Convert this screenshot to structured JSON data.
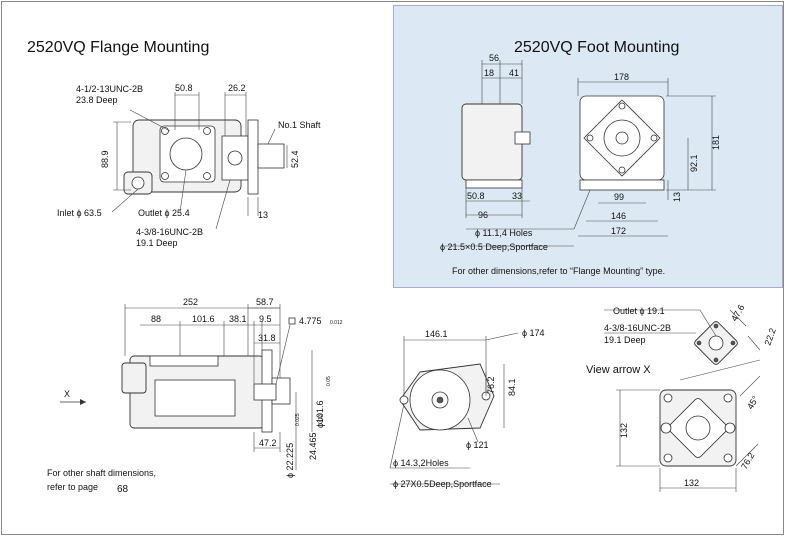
{
  "flange": {
    "title": "2520VQ Flange Mounting",
    "thread_top": "4-1/2-13UNC-2B",
    "thread_top_depth": "23.8 Deep",
    "dim_50_8": "50.8",
    "dim_26_2": "26.2",
    "shaft": "No.1 Shaft",
    "dim_88_9": "88.9",
    "dim_52_4": "52.4",
    "inlet": "Inlet ϕ 63.5",
    "outlet": "Outlet ϕ 25.4",
    "dim_13": "13",
    "thread_bottom": "4-3/8-16UNC-2B",
    "thread_bottom_depth": "19.1 Deep"
  },
  "foot": {
    "title": "2520VQ Foot Mounting",
    "dim_56": "56",
    "dim_18": "18",
    "dim_41": "41",
    "dim_178": "178",
    "dim_181": "181",
    "dim_92_1": "92.1",
    "dim_50_8": "50.8",
    "dim_33": "33",
    "dim_99": "99",
    "dim_13": "13",
    "dim_96": "96",
    "dim_146": "146",
    "dim_172": "172",
    "holes": "ϕ 11.1,4 Holes",
    "spotface": "ϕ 21.5×0.5 Deep,Sportface",
    "note": "For other dimensions,refer to “Flange Mounting” type."
  },
  "side": {
    "dim_252": "252",
    "dim_58_7": "58.7",
    "dim_88": "88",
    "dim_101_6": "101.6",
    "dim_38_1": "38.1",
    "dim_9_5": "9.5",
    "key_width": "4.775",
    "key_tol": "0.012",
    "dim_31_8": "31.8",
    "arrow_x": "X",
    "dim_47_2": "47.2",
    "dia_101_6": "ϕ101.6",
    "dia_101_6_tol": "0.05",
    "dia_22_225": "ϕ 22.225",
    "dia_22_225_tol": "0.025",
    "dim_24_465": "24.465",
    "dim_24_465_tol": "0.13",
    "note_line1": "For other shaft dimensions,",
    "note_line2": "refer to page",
    "page_ref": "68"
  },
  "front": {
    "dim_146_1": "146.1",
    "dia_174": "ϕ 174",
    "dim_76_2": "76.2",
    "dim_84_1": "84.1",
    "dia_121": "ϕ 121",
    "holes": "ϕ 14.3,2Holes",
    "spotface": "ϕ 27X0.5Deep,Sportface"
  },
  "arrow_view": {
    "outlet": "Outlet ϕ 19.1",
    "dim_47_6": "47.6",
    "thread": "4-3/8-16UNC-2B",
    "thread_depth": "19.1 Deep",
    "dim_22_2": "22.2",
    "title": "View arrow X",
    "angle": "45°",
    "dim_132_v": "132",
    "dim_76_2": "76.2",
    "dim_132_h": "132"
  }
}
